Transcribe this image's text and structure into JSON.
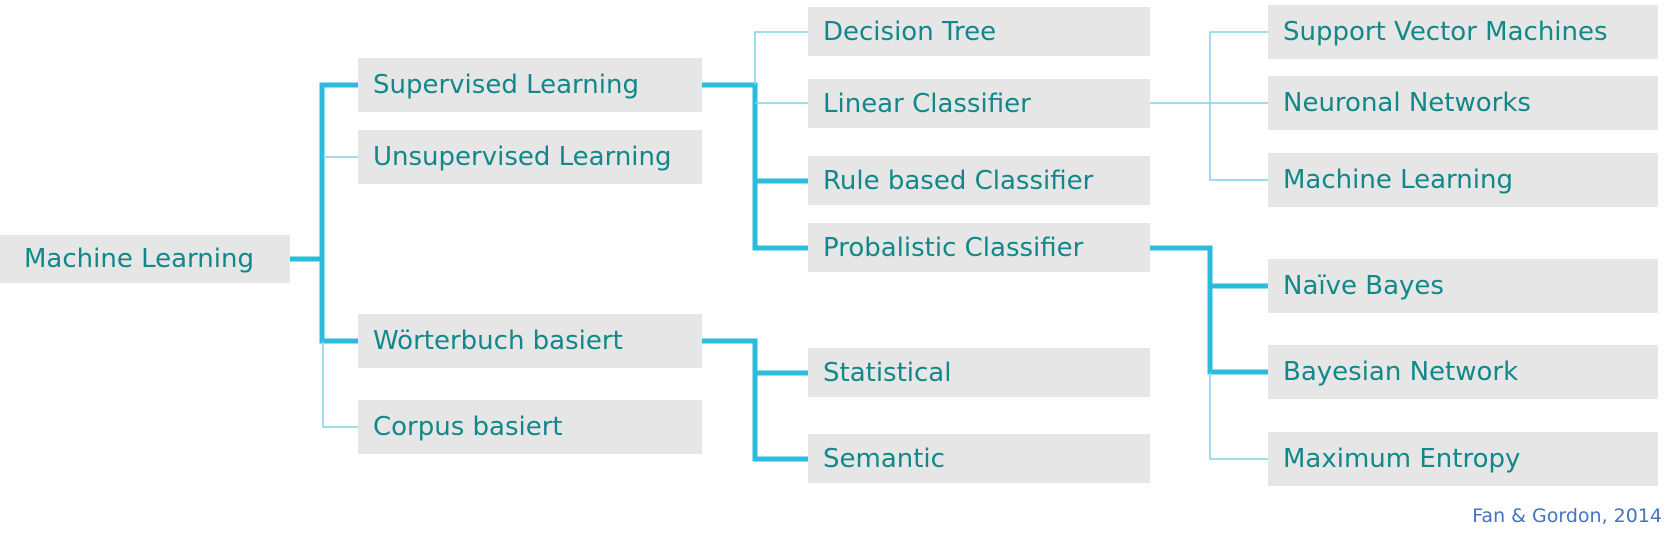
{
  "nodes": {
    "machine_learning_root": "Machine Learning",
    "supervised_learning": "Supervised Learning",
    "unsupervised_learning": "Unsupervised Learning",
    "woerterbuch_basiert": "Wörterbuch basiert",
    "corpus_basiert": "Corpus basiert",
    "decision_tree": "Decision Tree",
    "linear_classifier": "Linear Classifier",
    "rule_based_classifier": "Rule based Classifier",
    "probalistic_classifier": "Probalistic Classifier",
    "statistical": "Statistical",
    "semantic": "Semantic",
    "support_vector_machines": "Support Vector Machines",
    "neuronal_networks": "Neuronal Networks",
    "machine_learning_leaf": "Machine Learning",
    "naive_bayes": "Naïve Bayes",
    "bayesian_network": "Bayesian Network",
    "maximum_entropy": "Maximum Entropy"
  },
  "citation": "Fan & Gordon, 2014",
  "colors": {
    "node_fill": "#e6e6e6",
    "node_text": "#12888a",
    "connector_highlight": "#29bcdc",
    "connector_thin": "#7fd3e6",
    "citation_text": "#4472c4"
  }
}
